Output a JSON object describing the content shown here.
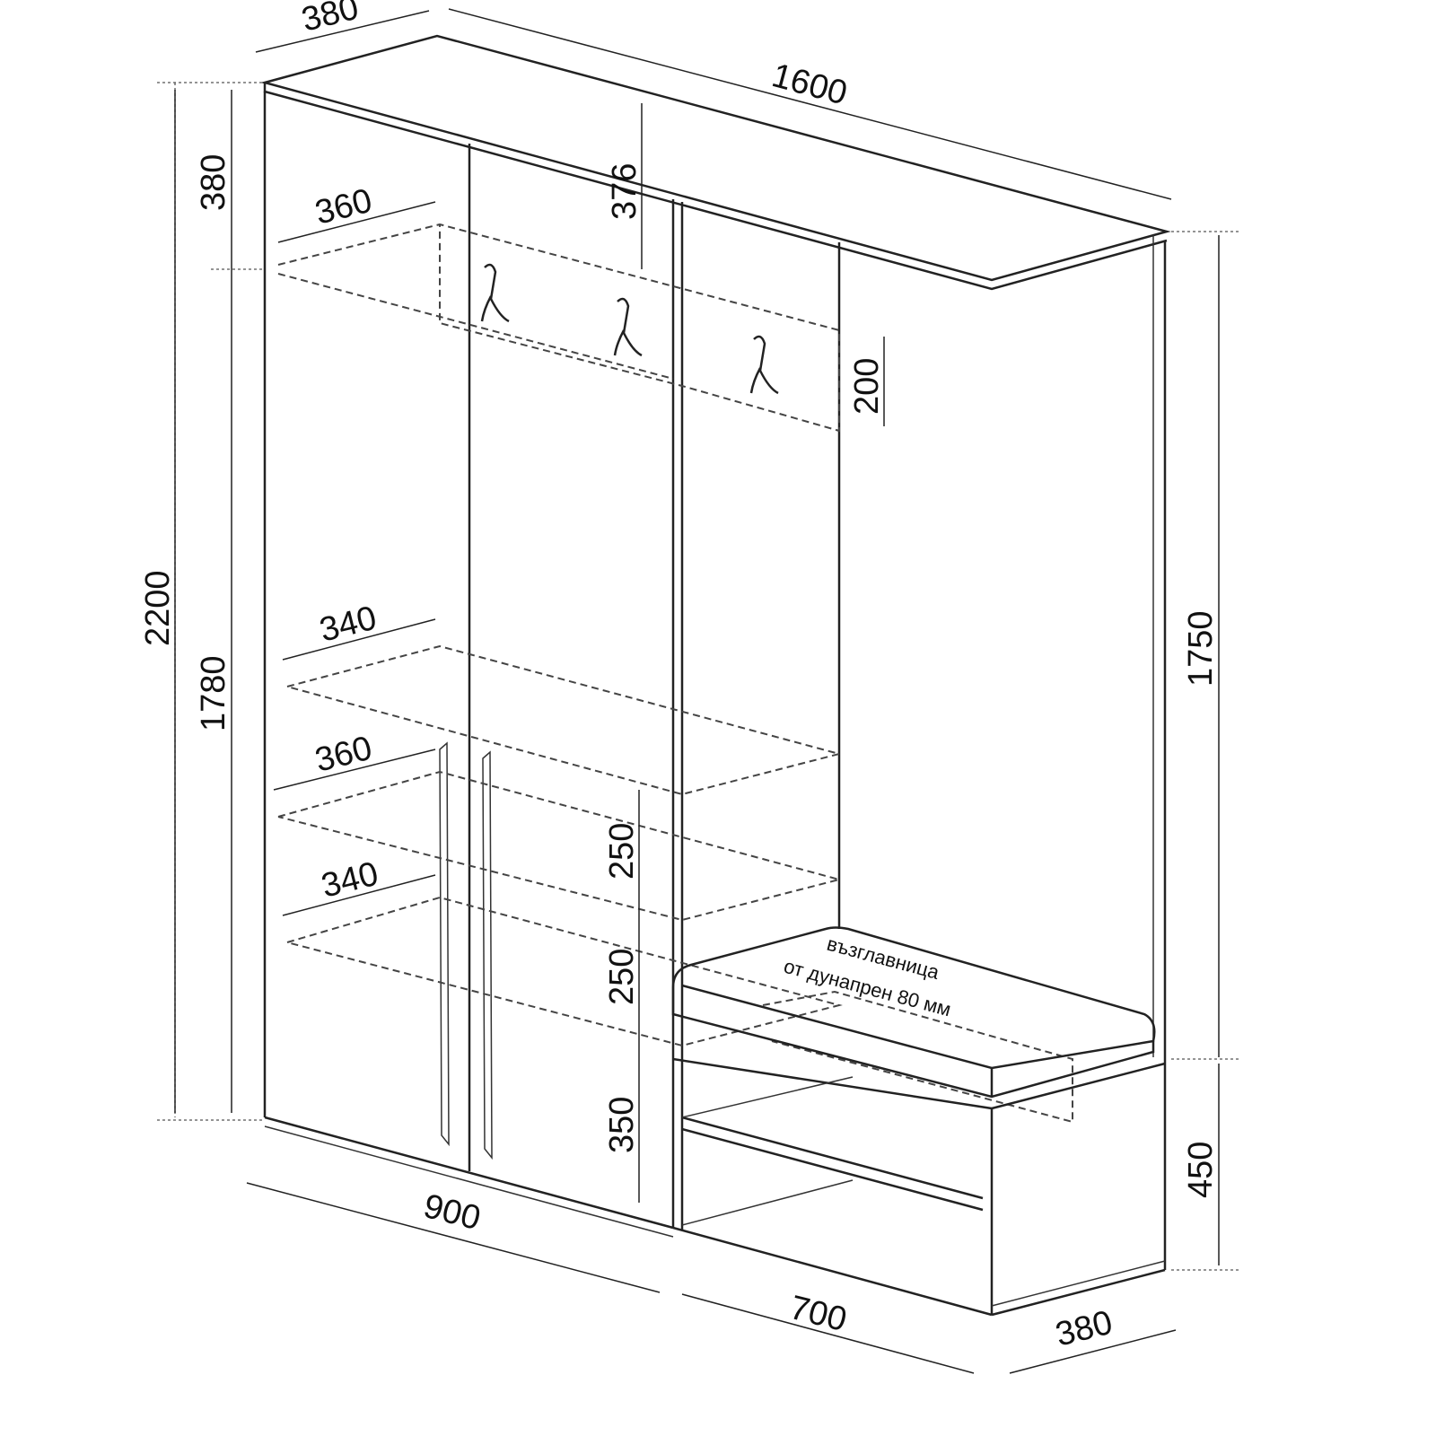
{
  "dimensions": {
    "top_depth": "380",
    "total_width": "1600",
    "top_section_height": "380",
    "hook_gap": "376",
    "upper_shelf_depth": "360",
    "hook_rail_height": "200",
    "total_height": "2200",
    "wardrobe_body_height": "1780",
    "open_section_height": "1750",
    "shelf1_depth": "340",
    "shelf2_depth": "360",
    "shelf3_depth": "340",
    "shelf_spacing_1": "250",
    "shelf_spacing_2": "250",
    "bottom_spacing": "350",
    "bench_height": "450",
    "wardrobe_width": "900",
    "bench_width": "700",
    "bench_depth": "380"
  },
  "cushion_note": {
    "line1": "възглавница",
    "line2": "от дунапрен 80 мм"
  }
}
